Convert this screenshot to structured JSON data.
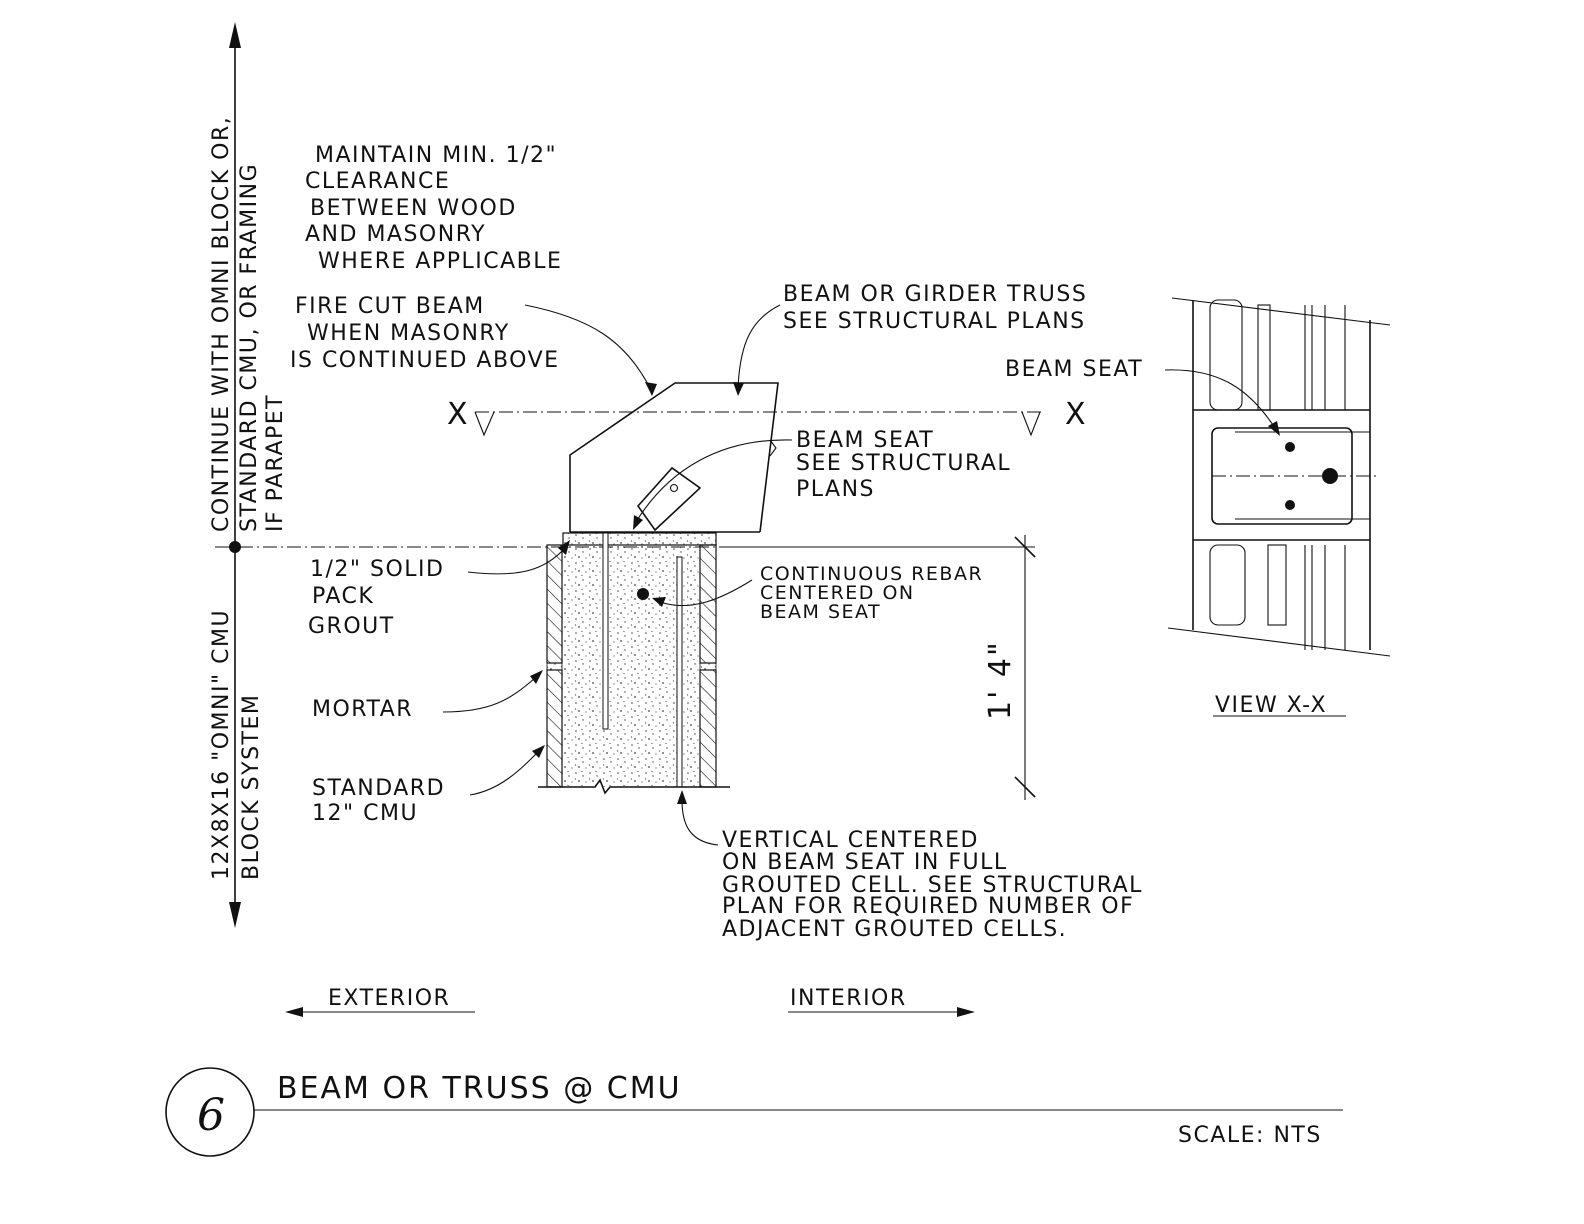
{
  "notes": {
    "vertical_upper": [
      "CONTINUE WITH OMNI BLOCK OR,",
      "STANDARD CMU, OR FRAMING",
      "IF PARAPET"
    ],
    "vertical_lower": [
      "12X8X16 \"OMNI\" CMU",
      "BLOCK SYSTEM"
    ],
    "clearance": [
      "MAINTAIN MIN. 1/2\"",
      "CLEARANCE",
      "BETWEEN WOOD",
      "AND MASONRY",
      "WHERE APPLICABLE"
    ],
    "fire_cut": [
      "FIRE CUT BEAM",
      "WHEN MASONRY",
      "IS CONTINUED ABOVE"
    ],
    "beam_truss": [
      "BEAM OR GIRDER TRUSS",
      "SEE STRUCTURAL PLANS"
    ],
    "beam_seat_section": [
      "BEAM SEAT",
      "SEE STRUCTURAL",
      "PLANS"
    ],
    "solid_pack": [
      "1/2\" SOLID",
      "PACK",
      "GROUT"
    ],
    "rebar": [
      "CONTINUOUS REBAR",
      "CENTERED ON",
      "BEAM SEAT"
    ],
    "mortar": "MORTAR",
    "standard_cmu": [
      "STANDARD",
      "12\" CMU"
    ],
    "vertical_bar": [
      "VERTICAL CENTERED",
      "ON BEAM SEAT IN FULL",
      "GROUTED CELL. SEE STRUCTURAL",
      "PLAN FOR REQUIRED NUMBER OF",
      "ADJACENT GROUTED CELLS."
    ],
    "dimension": "1' 4\"",
    "section_mark": "X",
    "beam_seat_view": "BEAM SEAT",
    "view_label": "VIEW  X-X",
    "exterior": "EXTERIOR",
    "interior": "INTERIOR"
  },
  "title_block": {
    "detail_number": "6",
    "title": "BEAM OR TRUSS @ CMU",
    "scale": "SCALE: NTS"
  }
}
